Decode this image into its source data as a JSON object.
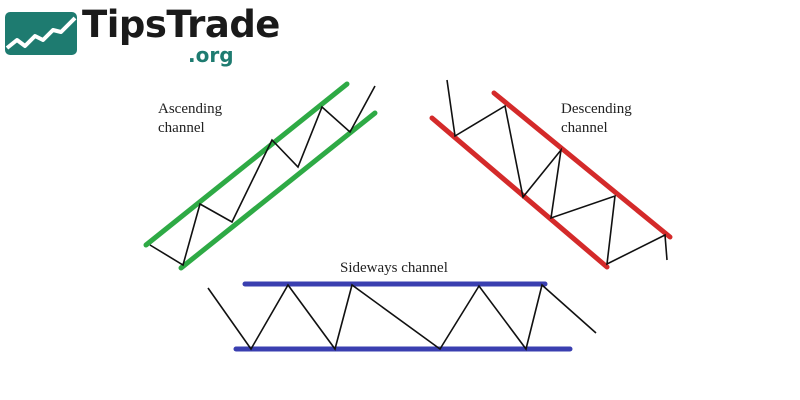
{
  "logo": {
    "name": "TipsTrade",
    "suffix": ".org",
    "color": "#1e7b70"
  },
  "labels": {
    "ascending": [
      "Ascending",
      "channel"
    ],
    "descending": [
      "Descending",
      "channel"
    ],
    "sideways": "Sideways channel"
  },
  "colors": {
    "ascending": "#2eaa45",
    "descending": "#d42a2a",
    "sideways": "#3a3fb0",
    "price": "#111111"
  }
}
